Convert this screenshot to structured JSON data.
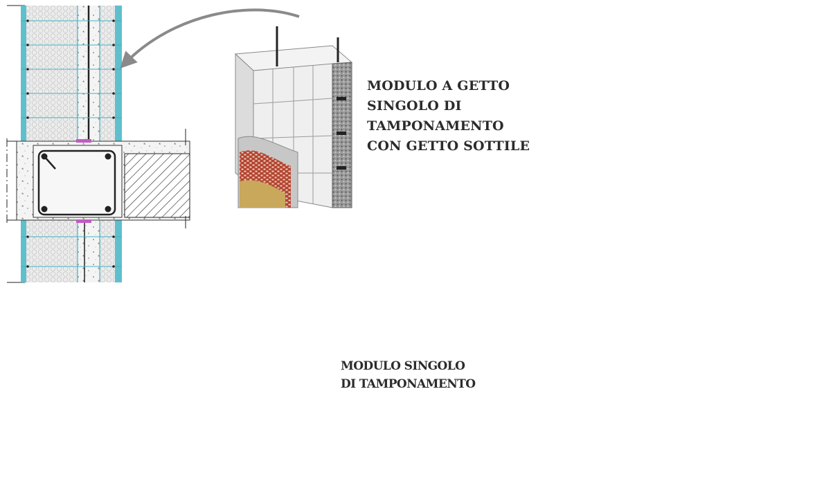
{
  "labels": {
    "thin_cast_module": [
      "MODULO A GETTO",
      "SINGOLO DI",
      "TAMPONAMENTO",
      "CON GETTO SOTTILE"
    ],
    "single_module": [
      "MODULO SINGOLO",
      "DI TAMPONAMENTO"
    ]
  },
  "colors": {
    "eps": "#e9e9e9",
    "cyan_line": "#3fb3c4",
    "concrete": "#f2f2f2",
    "rebar": "#333333",
    "magenta": "#c25bc3",
    "arrow": "#8a8a8a",
    "yellow_module": "#d7bf3c",
    "brick": "#b5432f",
    "plaster": "#bdbdbd"
  }
}
